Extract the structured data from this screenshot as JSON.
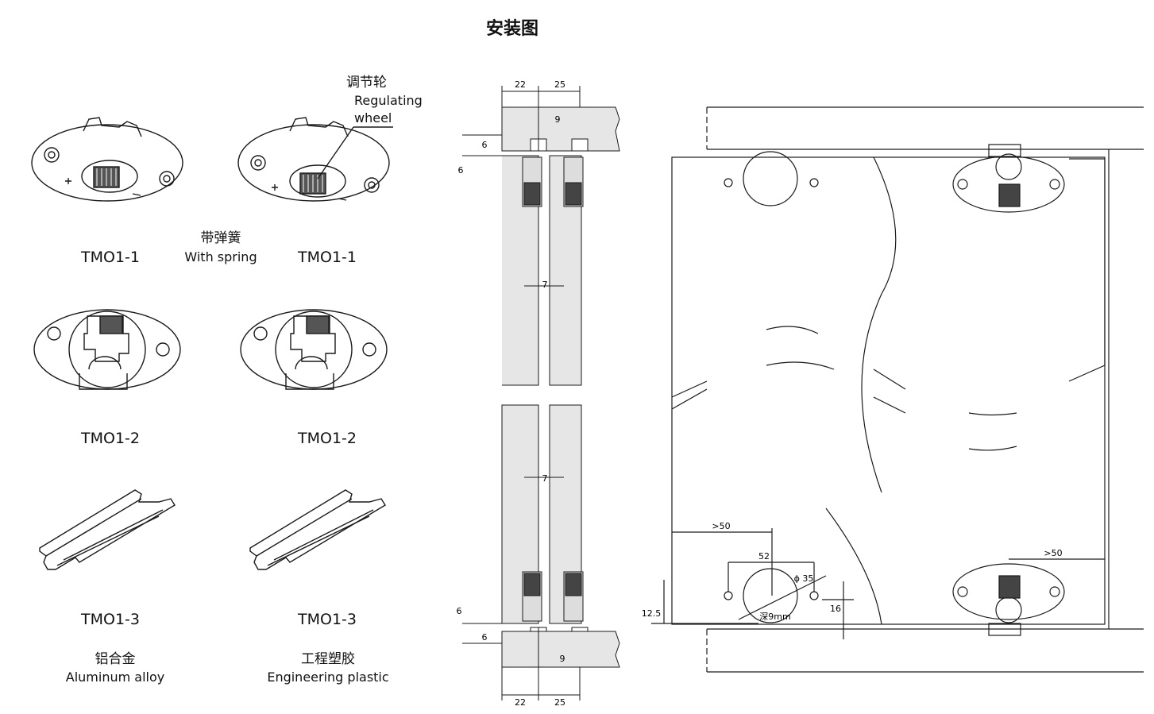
{
  "title": "安装图",
  "parts": [
    {
      "code": "TMO1-1"
    },
    {
      "code": "TMO1-1"
    },
    {
      "code": "TMO1-2"
    },
    {
      "code": "TMO1-2"
    },
    {
      "code": "TMO1-3"
    },
    {
      "code": "TMO1-3"
    }
  ],
  "callouts": {
    "regulating_wheel_zh": "调节轮",
    "regulating_wheel_en_1": "Regulating",
    "regulating_wheel_en_2": "wheel",
    "spring_zh": "带弹簧",
    "spring_en": "With spring"
  },
  "materials": {
    "aluminum_zh": "铝合金",
    "aluminum_en": "Aluminum alloy",
    "plastic_zh": "工程塑胶",
    "plastic_en": "Engineering plastic"
  },
  "section_dims": {
    "top_left_width": "22",
    "top_right_width": "25",
    "top_gap": "9",
    "top_v1": "6",
    "top_v2": "6",
    "mid_gap_1": "7",
    "mid_gap_2": "7",
    "bot_v1": "6",
    "bot_v2": "6",
    "bot_gap": "9",
    "bot_left_width": "22",
    "bot_right_width": "25"
  },
  "front_dims": {
    "edge_left": ">50",
    "hole_spacing": "52",
    "diameter": "ϕ 35",
    "depth": "深9mm",
    "bottom_offset": "12.5",
    "hole_offset": "16",
    "edge_right": ">50"
  },
  "colors": {
    "line": "#1a1a1a",
    "panel_fill": "#e6e6e6",
    "dark": "#333333"
  }
}
